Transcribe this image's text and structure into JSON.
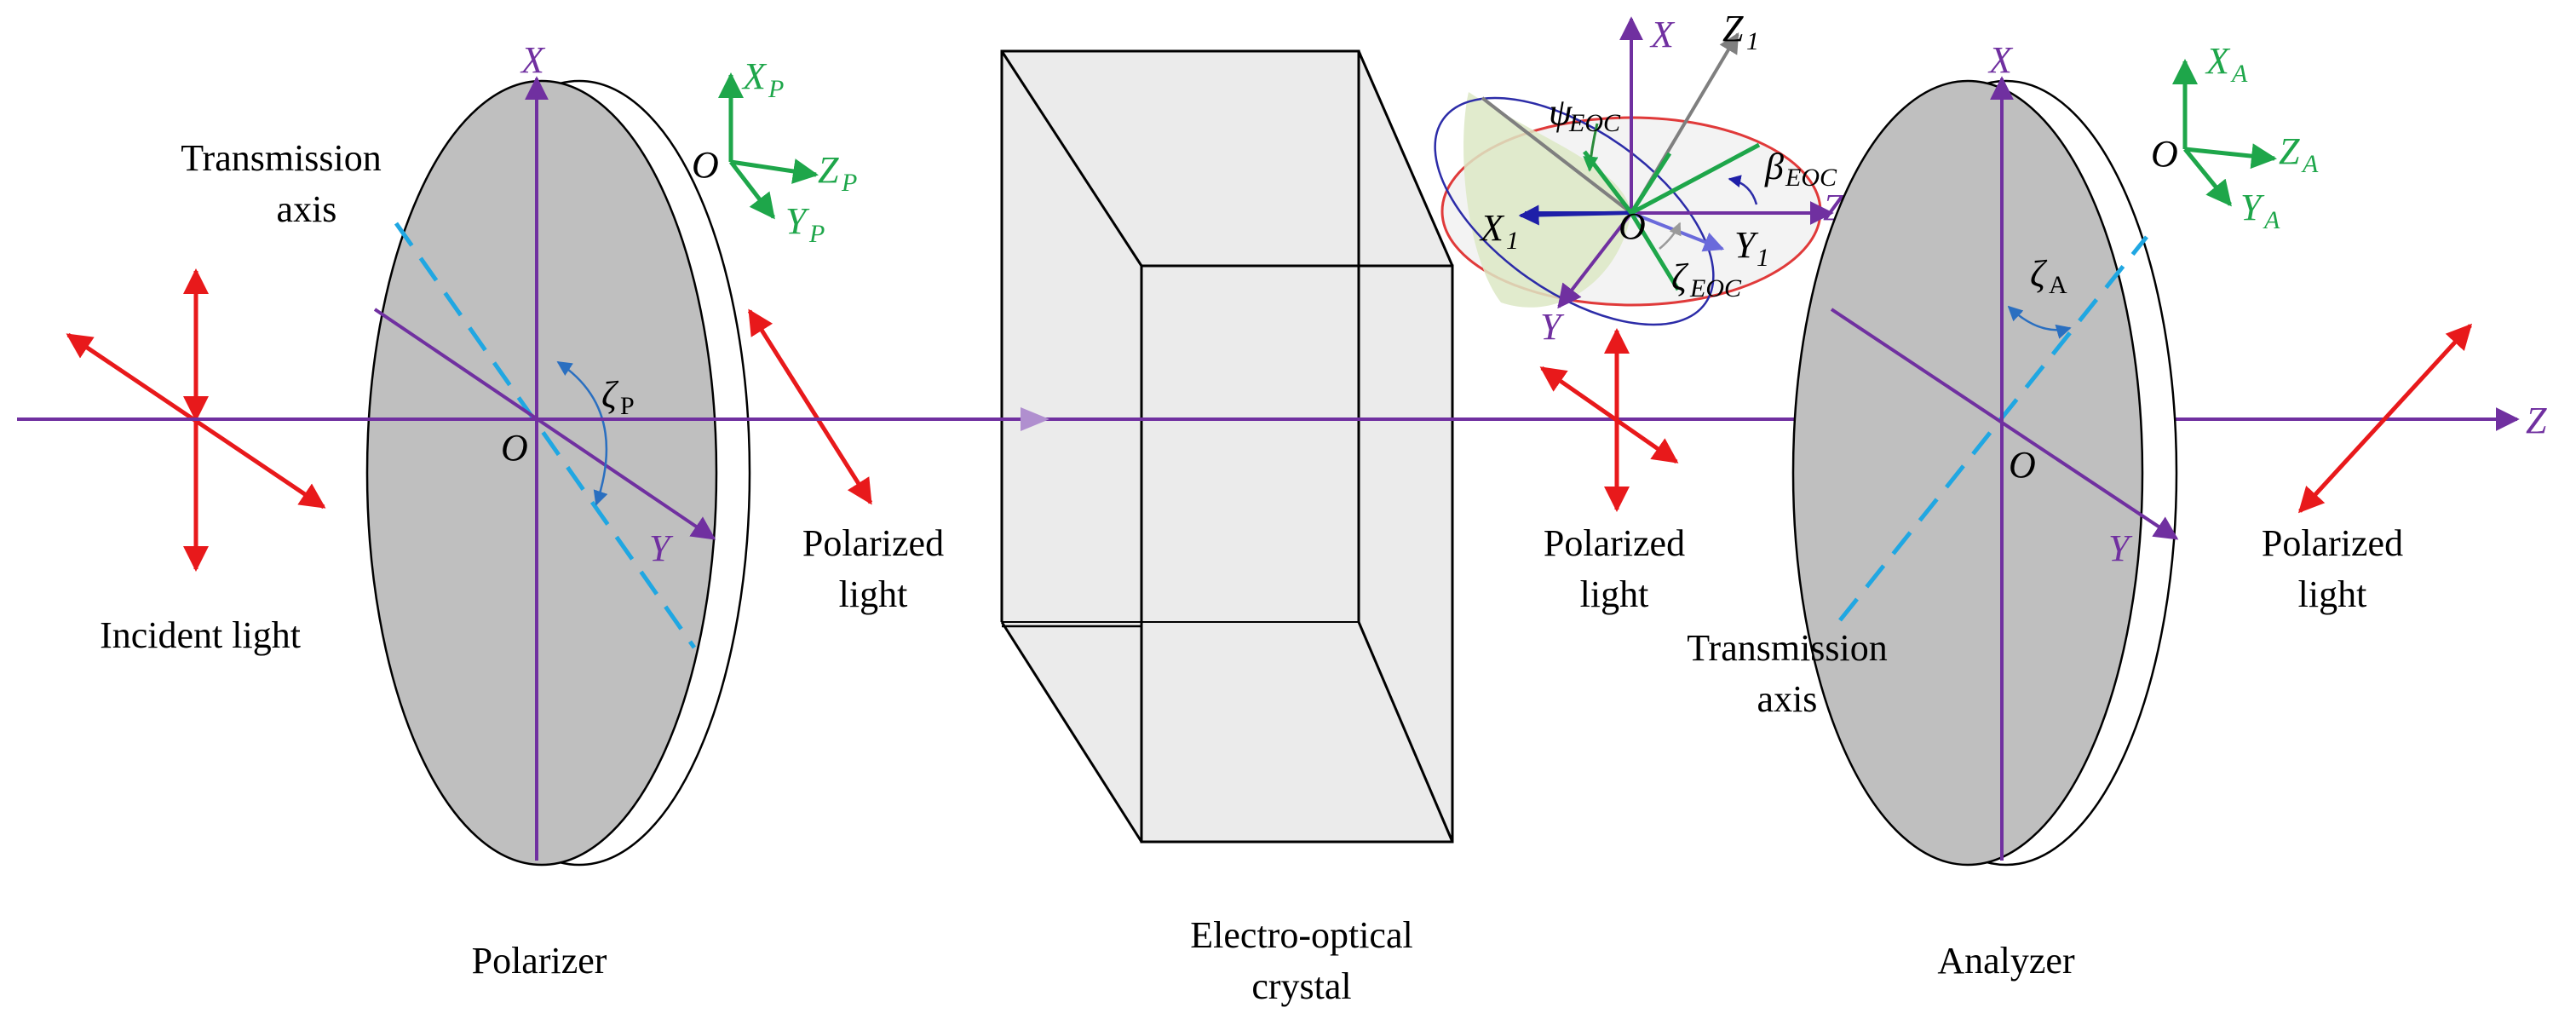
{
  "labels": {
    "incident_light": "Incident light",
    "transmission_axis_line1": "Transmission",
    "transmission_axis_line2": "axis",
    "polarized_light_line1": "Polarized",
    "polarized_light_line2": "light",
    "polarizer": "Polarizer",
    "analyzer": "Analyzer",
    "crystal_line1": "Electro-optical",
    "crystal_line2": "crystal"
  },
  "axes": {
    "x": "X",
    "y": "Y",
    "z": "Z",
    "origin": "O",
    "zeta": "ζ",
    "zeta_p_sub": "P",
    "zeta_a_sub": "A",
    "psi": "ψ",
    "beta": "β",
    "zeta_eoc": "ζ",
    "eoc_sub": "EOC",
    "one_sub": "1",
    "p_sub": "P",
    "a_sub": "A"
  },
  "colors": {
    "optical_axis": "#7030A0",
    "polarization_arrows": "#E8191B",
    "local_frames": "#1EA64A",
    "transmission_axis": "#20A7E2",
    "disk_fill": "#BFBFBF",
    "crystal_fill": "#EBEBEB",
    "ellipse_outline": "#E03A3A",
    "crystal_axis_x1": "#1F1FA8",
    "crystal_axis_y1": "#6A6ADB",
    "crystal_axis_z1": "#7F7F7F"
  }
}
